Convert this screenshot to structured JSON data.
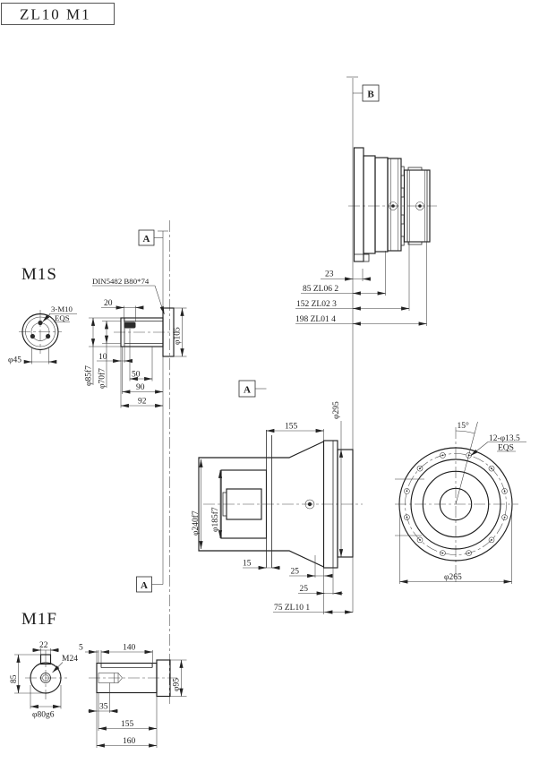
{
  "title": "ZL10 M1",
  "section_markers": {
    "a": "A",
    "b": "B"
  },
  "m1s": {
    "label": "M1S",
    "note_spline": "DIN5482 B80*74",
    "note_bolts_line1": "3-M10",
    "note_bolts_line2": "EQS",
    "dim_d45": "φ45",
    "dim_20": "20",
    "dim_10": "10",
    "dim_50": "50",
    "dim_90": "90",
    "dim_92": "92",
    "dim_d85": "φ85f7",
    "dim_d70": "φ70f7",
    "dim_d105": "φ105"
  },
  "rear_view": {
    "dim_23": "23",
    "dim_85": "85 ZL06 2",
    "dim_152": "152 ZL02 3",
    "dim_198": "198 ZL01 4"
  },
  "main_view": {
    "dim_155": "155",
    "dim_d295": "φ295",
    "dim_d240": "φ240f7",
    "dim_d185": "φ185f7",
    "dim_15": "15",
    "dim_25a": "25",
    "dim_25b": "25",
    "dim_75": "75 ZL10 1"
  },
  "flange_view": {
    "dim_angle": "15°",
    "note_holes_line1": "12-φ13.5",
    "note_holes_line2": "EQS",
    "dim_d265": "φ265"
  },
  "m1f": {
    "label": "M1F",
    "dim_22": "22",
    "dim_85": "85",
    "note_m24": "M24",
    "dim_d80": "φ80g6",
    "dim_5": "5",
    "dim_140": "140",
    "dim_35": "35",
    "dim_155": "155",
    "dim_160": "160",
    "dim_d95": "φ95"
  }
}
